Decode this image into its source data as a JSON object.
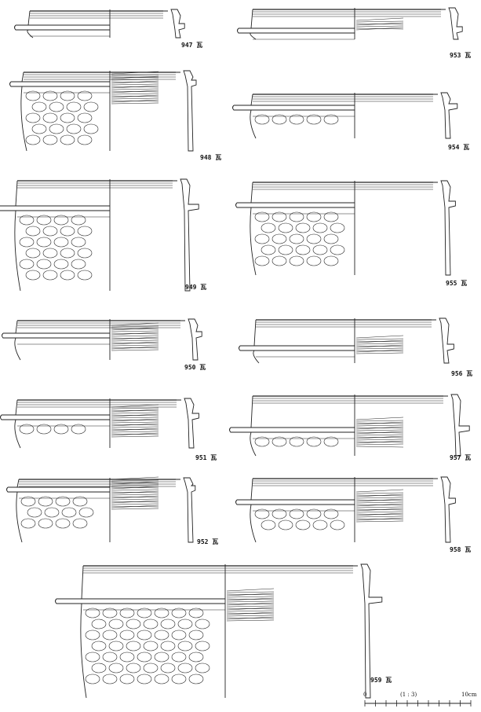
{
  "figures": [
    {
      "number": "947",
      "unit": "瓦"
    },
    {
      "number": "948",
      "unit": "瓦"
    },
    {
      "number": "949",
      "unit": "瓦"
    },
    {
      "number": "950",
      "unit": "瓦"
    },
    {
      "number": "951",
      "unit": "瓦"
    },
    {
      "number": "952",
      "unit": "瓦"
    },
    {
      "number": "953",
      "unit": "瓦"
    },
    {
      "number": "954",
      "unit": "瓦"
    },
    {
      "number": "955",
      "unit": "瓦"
    },
    {
      "number": "956",
      "unit": "瓦"
    },
    {
      "number": "957",
      "unit": "瓦"
    },
    {
      "number": "958",
      "unit": "瓦"
    },
    {
      "number": "959",
      "unit": "瓦"
    }
  ],
  "scale": {
    "start": "0",
    "ratio": "(1 : 3)",
    "end": "10cm"
  },
  "colors": {
    "ink": "#222222"
  }
}
